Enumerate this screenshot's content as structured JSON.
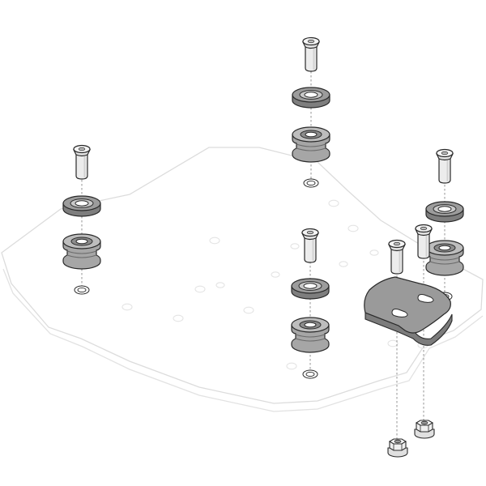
{
  "diagram": {
    "kind": "exploded-assembly",
    "parts": [
      "mounting-plate",
      "countersunk-bolt",
      "rubber-washer",
      "rubber-grommet",
      "bracket",
      "hex-nut"
    ],
    "colors": {
      "background": "#ffffff",
      "plate_fill": "#ffffff",
      "plate_stroke": "#dcdcdc",
      "hole_stroke": "#e4e4e4",
      "part_stroke": "#2a2a2a",
      "bolt_fill": "#ececec",
      "washer_fill": "#8a8a8a",
      "washer_top": "#9c9c9c",
      "grommet_fill": "#a6a6a6",
      "grommet_top": "#bdbdbd",
      "bracket_fill": "#9a9a9a",
      "nut_fill": "#ededed",
      "axis_line": "#888888"
    }
  }
}
